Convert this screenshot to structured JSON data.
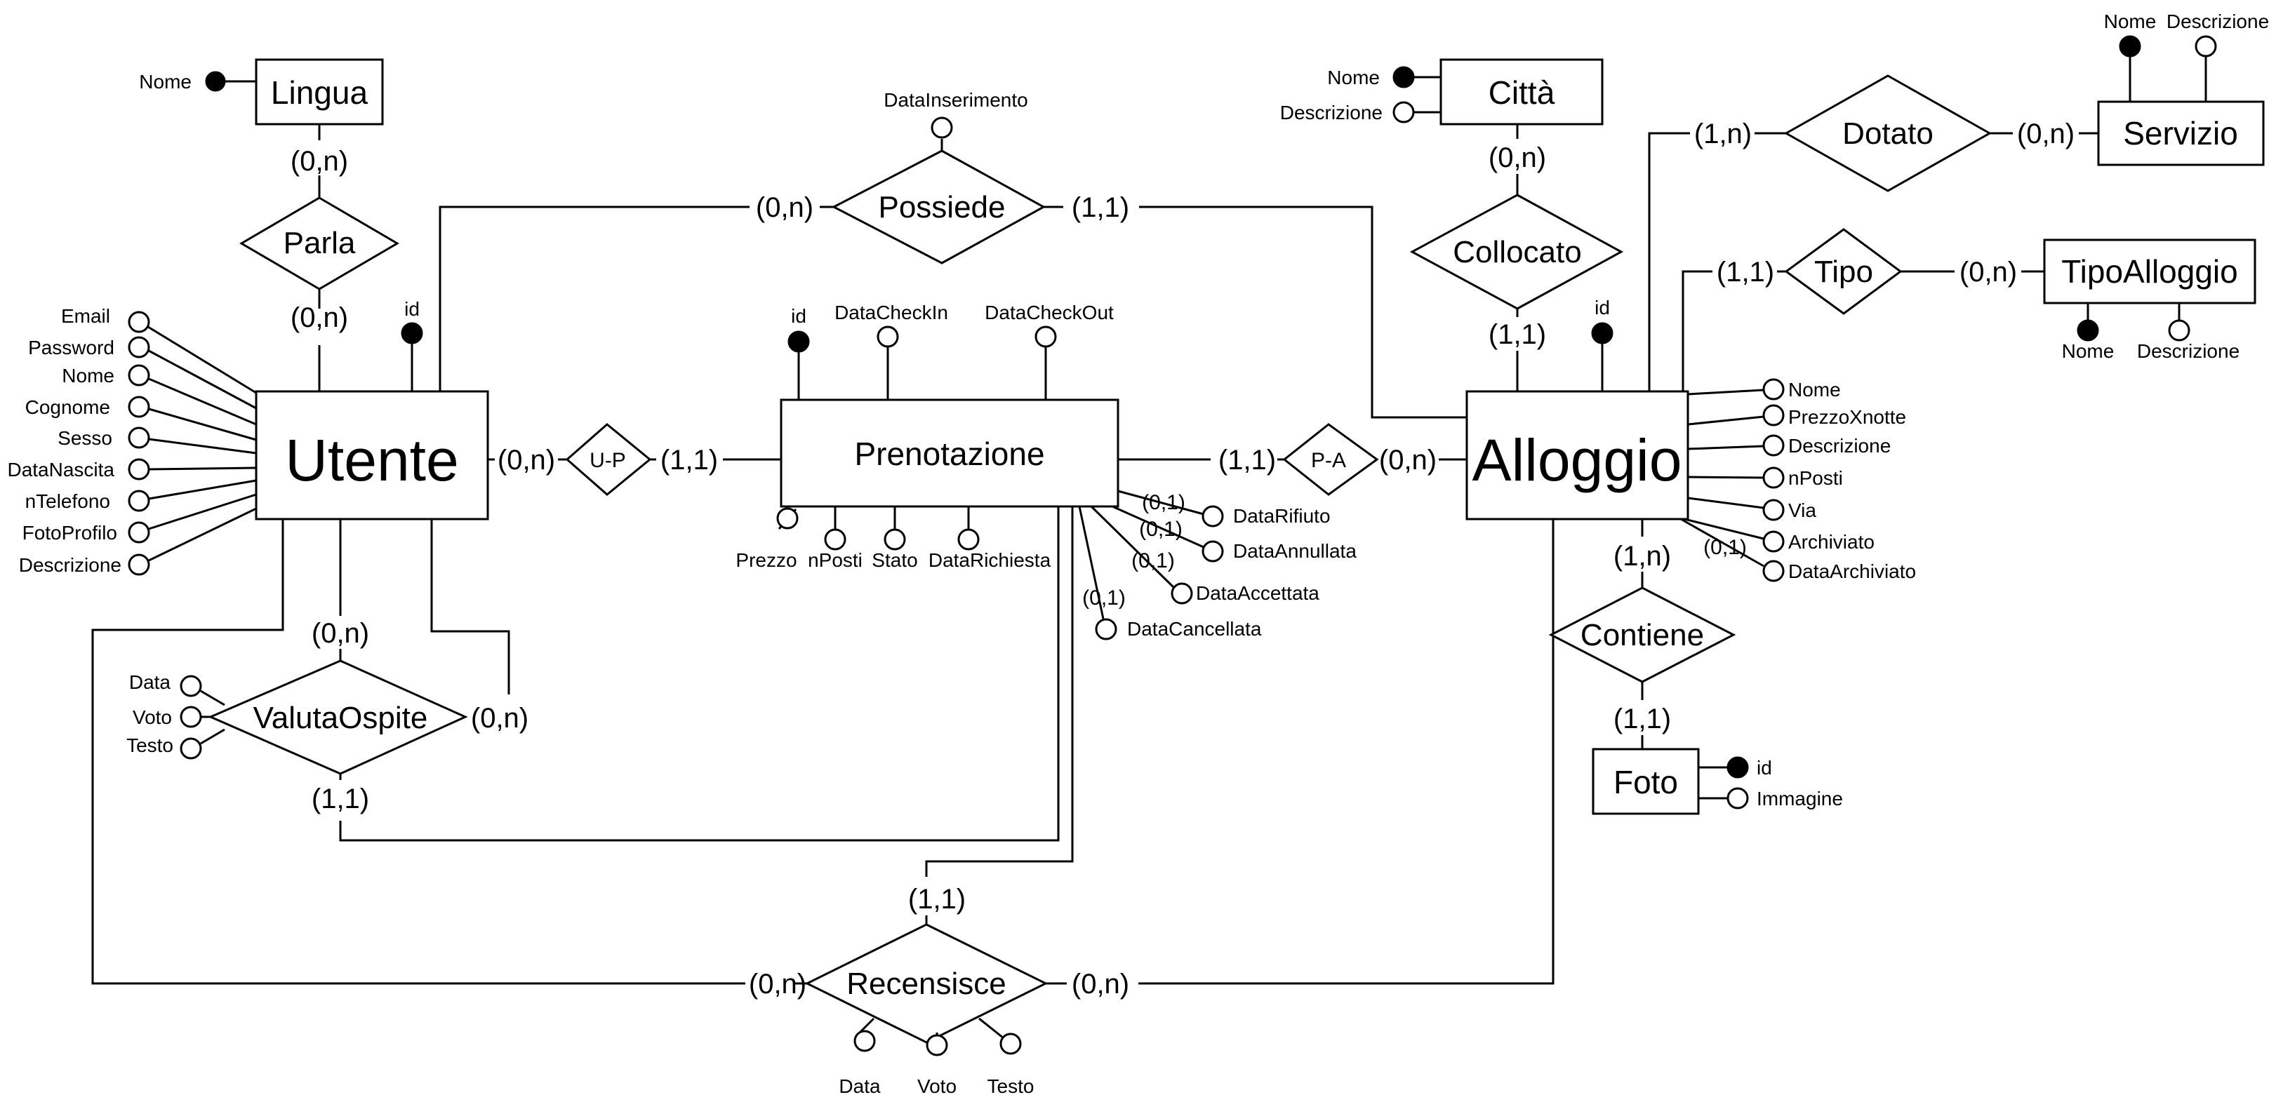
{
  "entities": {
    "utente": "Utente",
    "prenotazione": "Prenotazione",
    "alloggio": "Alloggio",
    "lingua": "Lingua",
    "citta": "Città",
    "servizio": "Servizio",
    "tipo_alloggio": "TipoAlloggio",
    "foto": "Foto"
  },
  "relationships": {
    "parla": "Parla",
    "possiede": "Possiede",
    "up": "U-P",
    "pa": "P-A",
    "collocato": "Collocato",
    "dotato": "Dotato",
    "tipo": "Tipo",
    "contiene": "Contiene",
    "valuta_ospite": "ValutaOspite",
    "recensisce": "Recensisce"
  },
  "cardinalities": {
    "lingua_parla": "(0,n)",
    "utente_parla": "(0,n)",
    "utente_possiede": "(0,n)",
    "alloggio_possiede": "(1,1)",
    "utente_up": "(0,n)",
    "prenotazione_up": "(1,1)",
    "prenotazione_pa": "(1,1)",
    "alloggio_pa": "(0,n)",
    "citta_collocato": "(0,n)",
    "alloggio_collocato": "(1,1)",
    "alloggio_dotato": "(1,n)",
    "servizio_dotato": "(0,n)",
    "alloggio_tipo": "(1,1)",
    "tipoalloggio_tipo": "(0,n)",
    "alloggio_contiene": "(1,n)",
    "foto_contiene": "(1,1)",
    "utente_valuta_top": "(0,n)",
    "utente_valuta_right": "(0,n)",
    "prenotazione_valuta": "(1,1)",
    "prenotazione_recensisce": "(1,1)",
    "utente_recensisce": "(0,n)",
    "alloggio_recensisce": "(0,n)",
    "data_rifiuto": "(0,1)",
    "data_annullata": "(0,1)",
    "data_accettata": "(0,1)",
    "data_cancellata": "(0,1)",
    "data_archiviato": "(0,1)"
  },
  "attributes": {
    "lingua": {
      "nome": "Nome"
    },
    "possiede": {
      "data_inserimento": "DataInserimento"
    },
    "citta": {
      "nome": "Nome",
      "descrizione": "Descrizione"
    },
    "servizio": {
      "nome": "Nome",
      "descrizione": "Descrizione"
    },
    "tipo_alloggio": {
      "nome": "Nome",
      "descrizione": "Descrizione"
    },
    "utente": {
      "id": "id",
      "email": "Email",
      "password": "Password",
      "nome": "Nome",
      "cognome": "Cognome",
      "sesso": "Sesso",
      "data_nascita": "DataNascita",
      "n_telefono": "nTelefono",
      "foto_profilo": "FotoProfilo",
      "descrizione": "Descrizione"
    },
    "prenotazione": {
      "id": "id",
      "data_check_in": "DataCheckIn",
      "data_check_out": "DataCheckOut",
      "prezzo": "Prezzo",
      "n_posti": "nPosti",
      "stato": "Stato",
      "data_richiesta": "DataRichiesta",
      "data_rifiuto": "DataRifiuto",
      "data_annullata": "DataAnnullata",
      "data_accettata": "DataAccettata",
      "data_cancellata": "DataCancellata"
    },
    "alloggio": {
      "id": "id",
      "nome": "Nome",
      "prezzo_x_notte": "PrezzoXnotte",
      "descrizione": "Descrizione",
      "n_posti": "nPosti",
      "via": "Via",
      "archiviato": "Archiviato",
      "data_archiviato": "DataArchiviato"
    },
    "foto": {
      "id": "id",
      "immagine": "Immagine"
    },
    "valuta_ospite": {
      "data": "Data",
      "voto": "Voto",
      "testo": "Testo"
    },
    "recensisce": {
      "data": "Data",
      "voto": "Voto",
      "testo": "Testo"
    }
  }
}
